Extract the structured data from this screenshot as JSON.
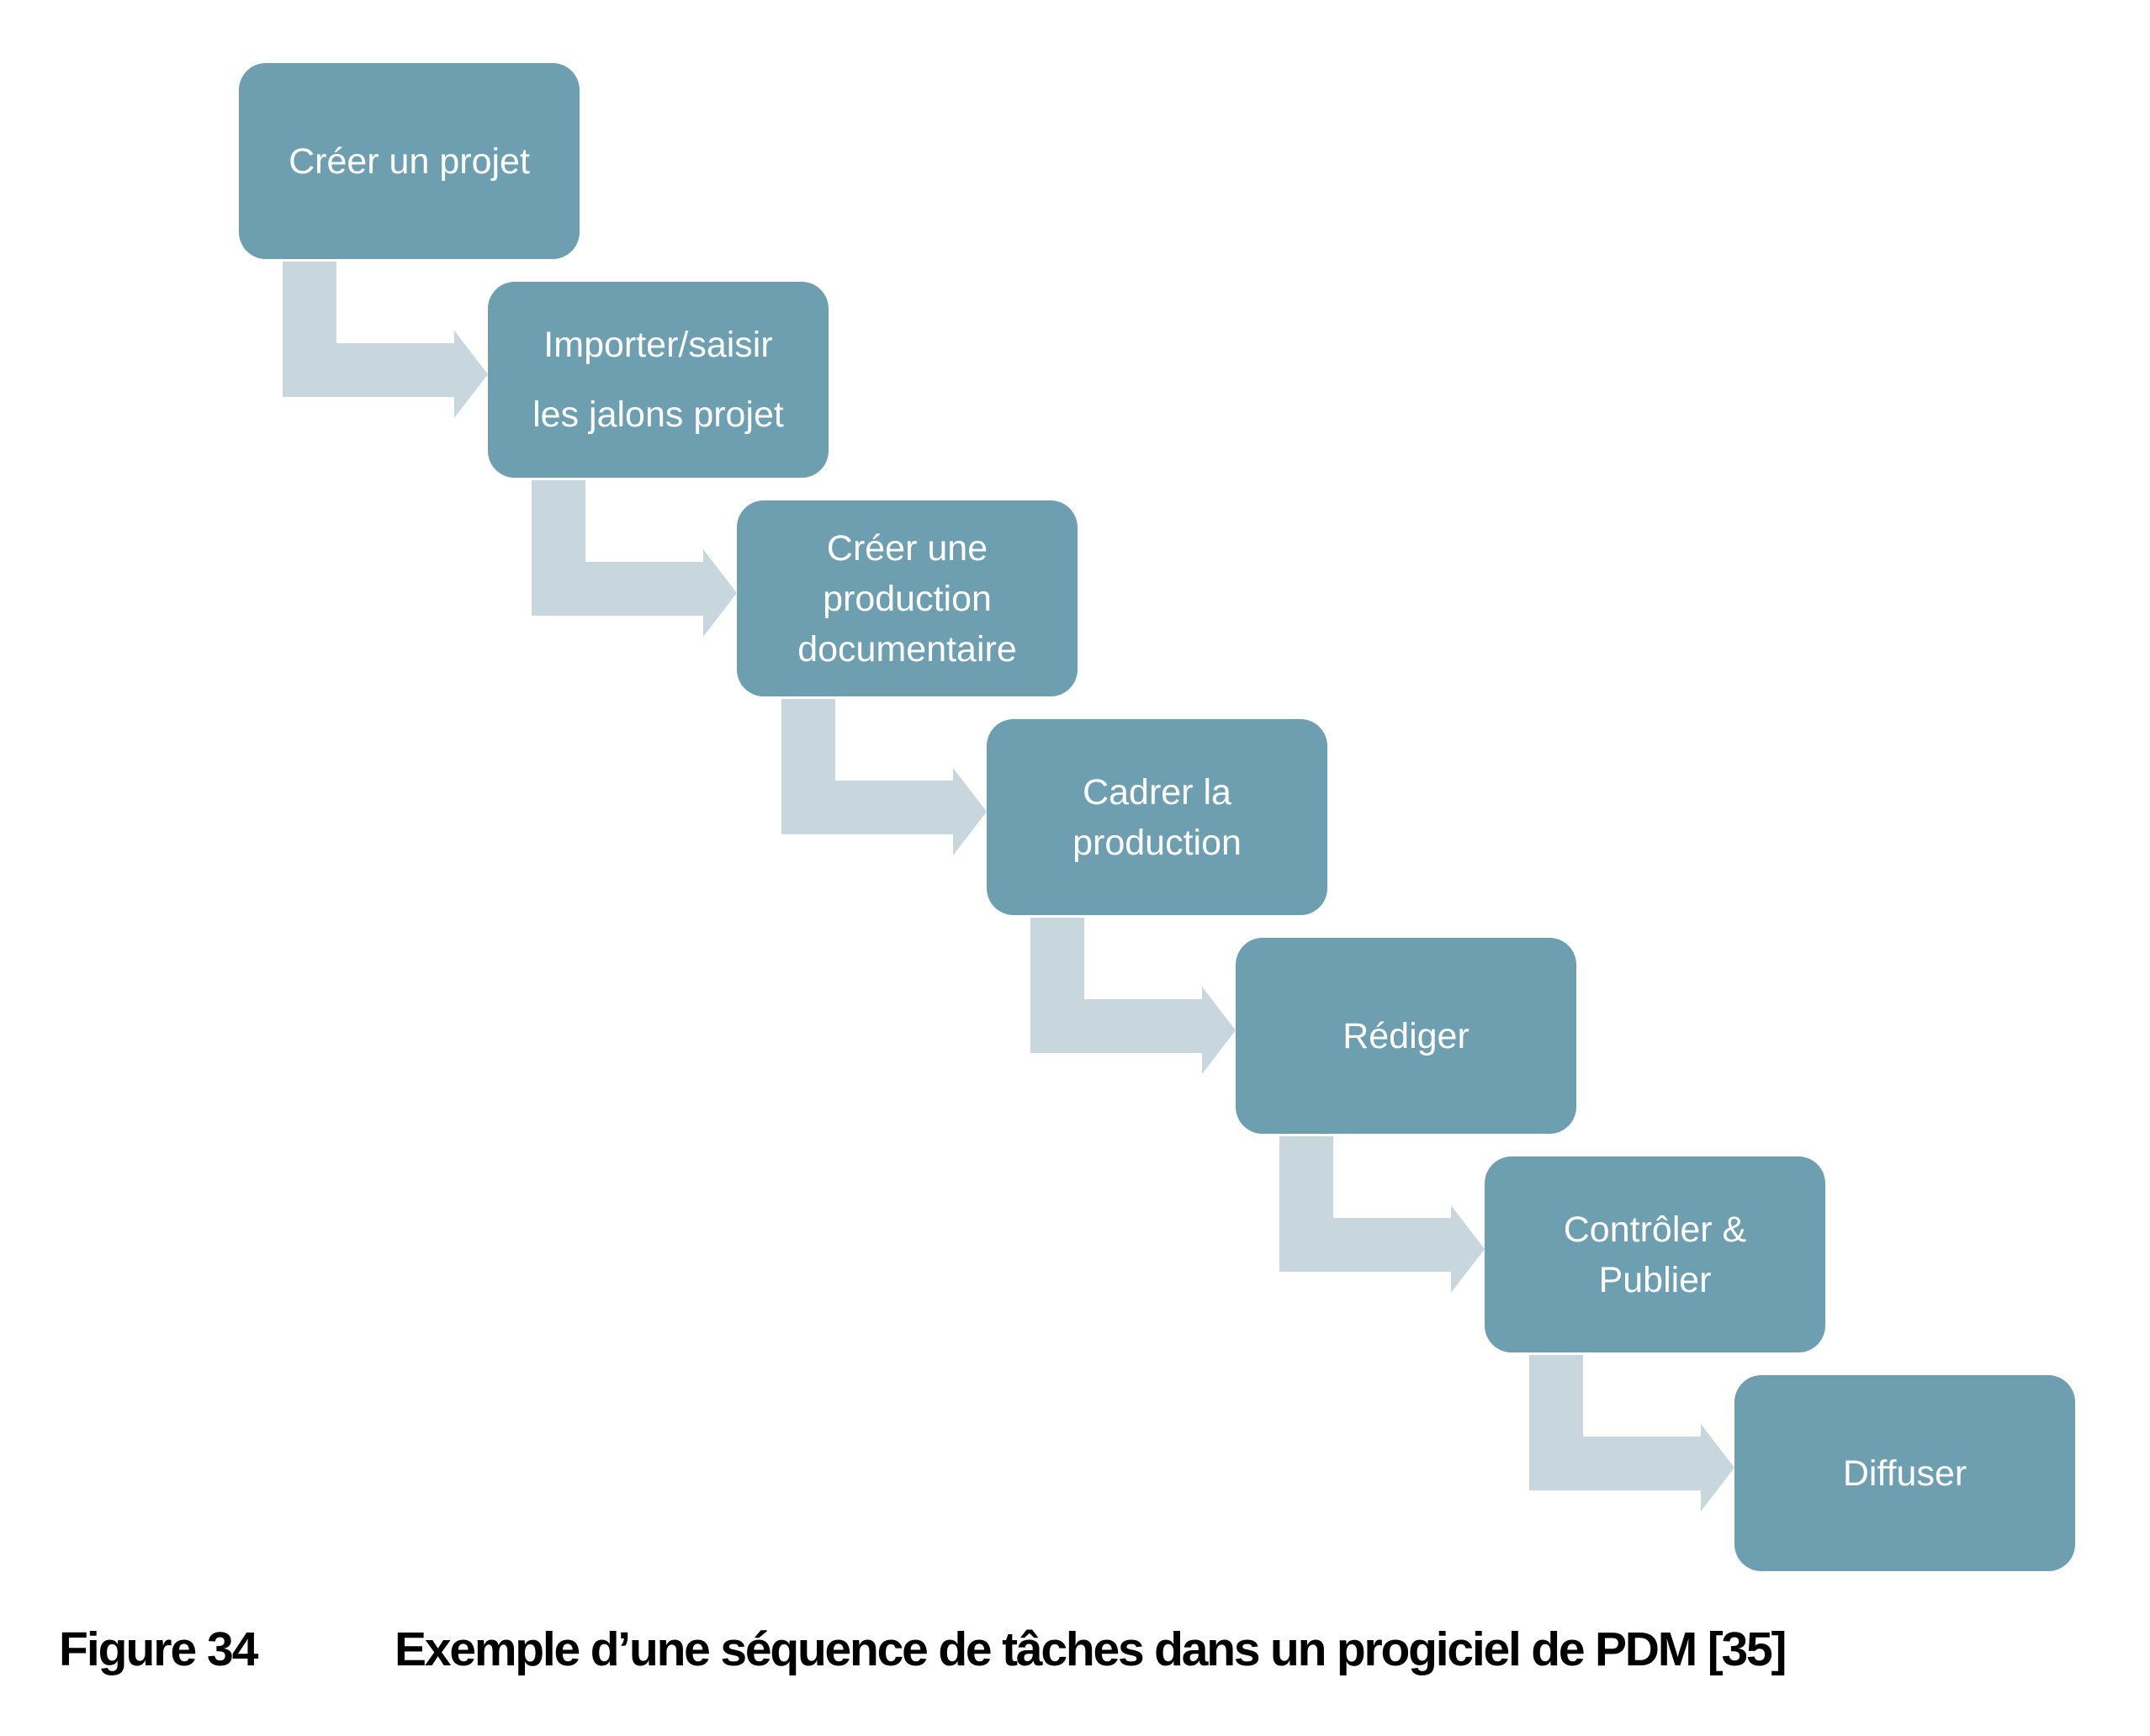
{
  "diagram": {
    "type": "staircase-process",
    "colors": {
      "box_fill": "#6d9fb0",
      "box_text": "#ffffff",
      "arrow_fill": "#c8d7de",
      "background": "#ffffff"
    },
    "steps": [
      {
        "lines": [
          "Créer un projet"
        ]
      },
      {
        "lines": [
          "Importer/saisir",
          "les jalons projet"
        ]
      },
      {
        "lines": [
          "Créer une",
          "production",
          "documentaire"
        ]
      },
      {
        "lines": [
          "Cadrer la",
          "production"
        ]
      },
      {
        "lines": [
          "Rédiger"
        ]
      },
      {
        "lines": [
          "Contrôler &",
          "Publier"
        ]
      },
      {
        "lines": [
          "Diffuser"
        ]
      }
    ]
  },
  "caption": {
    "number": "Figure 34",
    "text": "Exemple d’une séquence de tâches dans un progiciel de PDM [35]"
  }
}
